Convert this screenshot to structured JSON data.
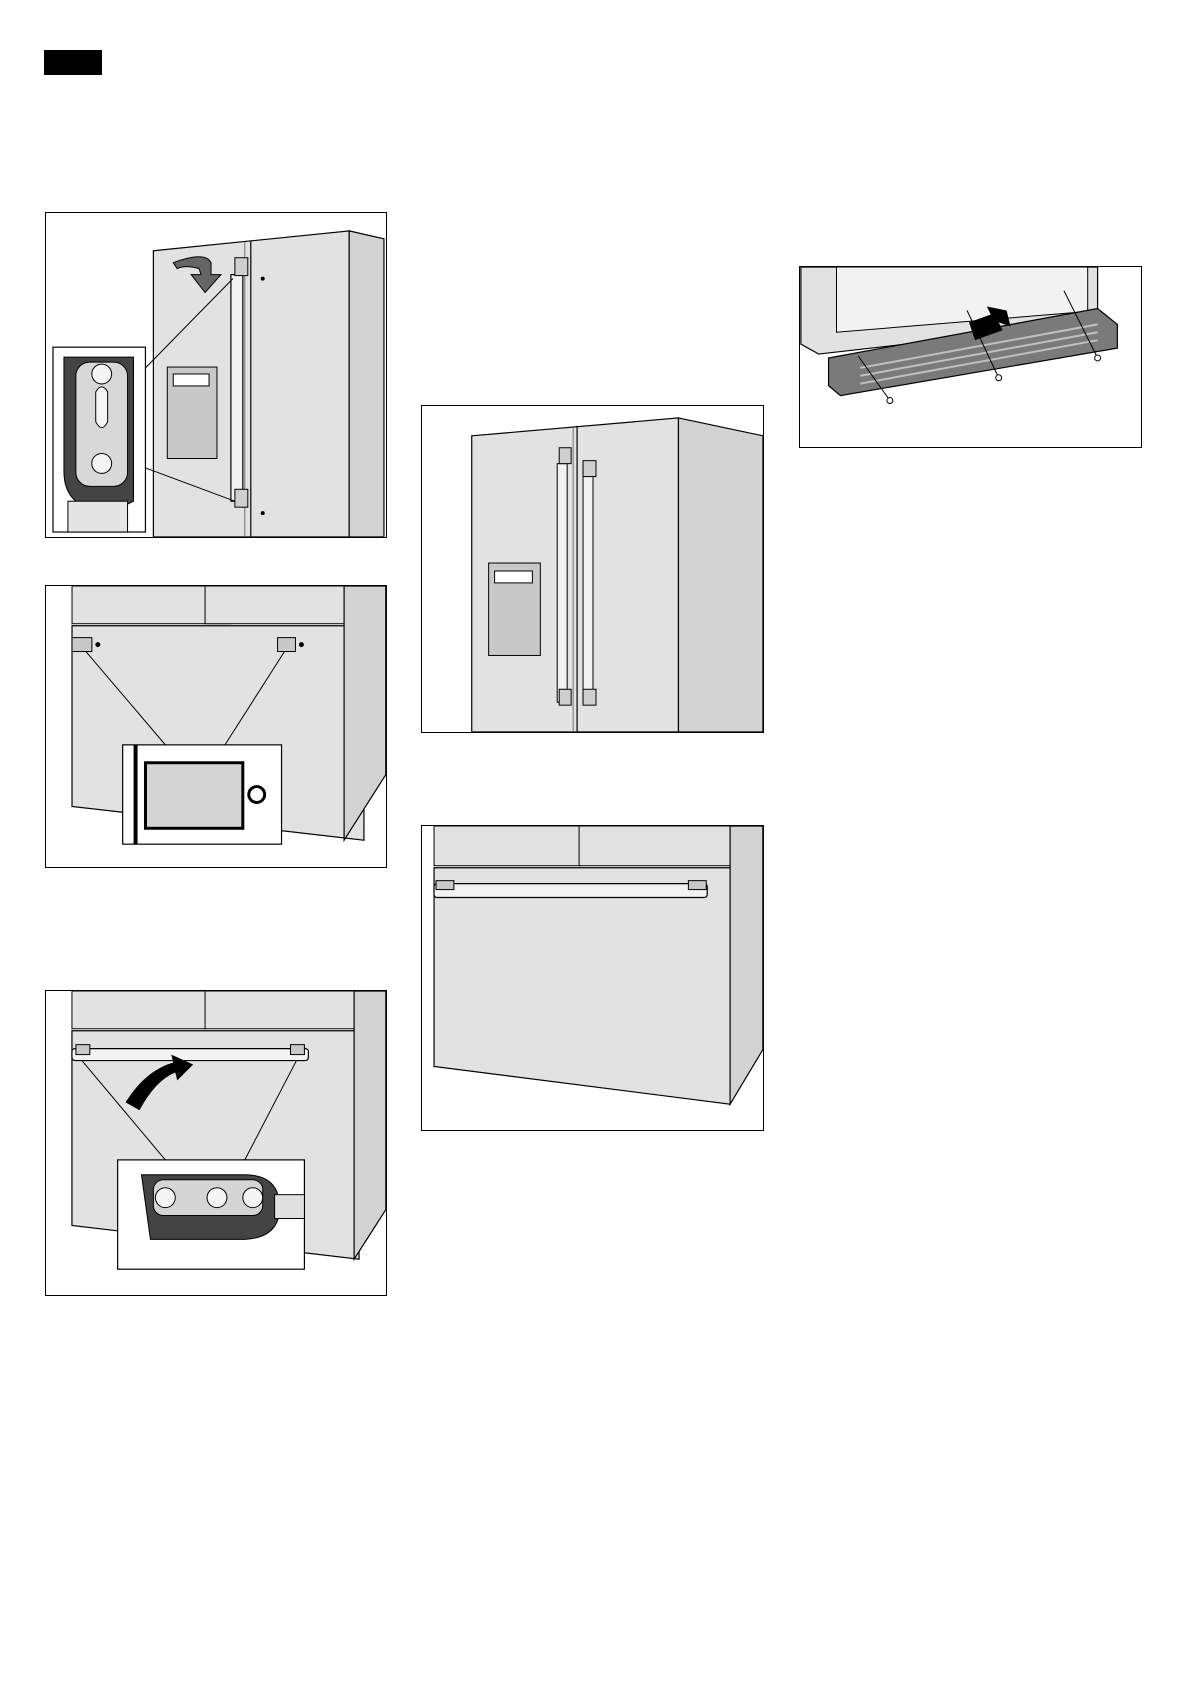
{
  "page": {
    "marker_color": "#000000",
    "figures": [
      {
        "id": "fig1",
        "icon": "door-handle-mounting-illustration"
      },
      {
        "id": "fig2",
        "icon": "drawer-handle-brackets-illustration"
      },
      {
        "id": "fig3",
        "icon": "drawer-handle-attach-illustration"
      },
      {
        "id": "fig4",
        "icon": "refrigerator-doors-illustration"
      },
      {
        "id": "fig5",
        "icon": "freezer-drawer-illustration"
      },
      {
        "id": "fig6",
        "icon": "base-grille-illustration"
      }
    ]
  }
}
